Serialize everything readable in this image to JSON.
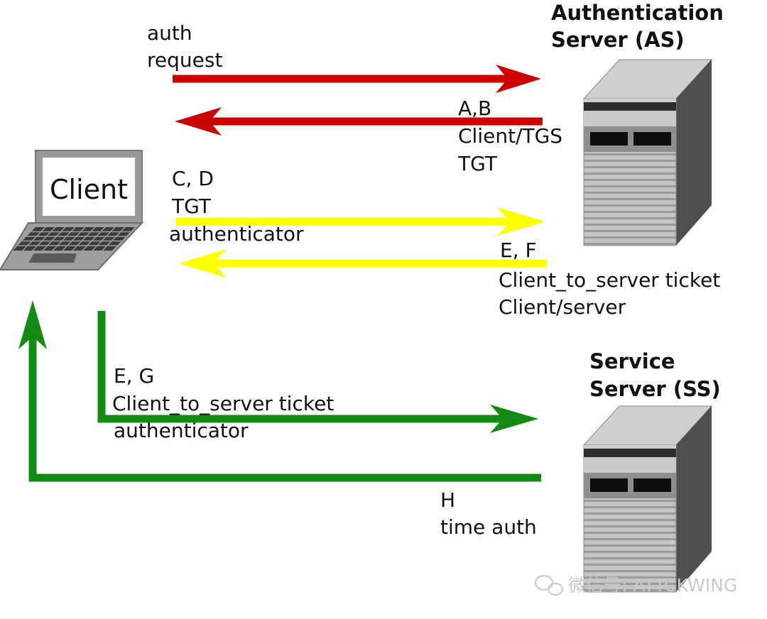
{
  "client": {
    "label": "Client"
  },
  "auth_server": {
    "title_line1": "Authentication",
    "title_line2": "Server (AS)"
  },
  "service_server": {
    "title_line1": "Service",
    "title_line2": "Server (SS)"
  },
  "messages": {
    "auth_request": {
      "lines": [
        "auth",
        "request"
      ]
    },
    "ab": {
      "lines": [
        "A,B",
        "Client/TGS",
        "TGT"
      ]
    },
    "cd": {
      "lines": [
        "C, D",
        "TGT",
        "authenticator"
      ]
    },
    "ef": {
      "lines": [
        "E, F",
        "Client_to_server ticket",
        "Client/server"
      ]
    },
    "eg": {
      "lines": [
        "E, G",
        "Client_to_server ticket",
        "authenticator"
      ]
    },
    "h": {
      "lines": [
        "H",
        "time auth"
      ]
    }
  },
  "colors": {
    "red_arrow": "#cc0000",
    "yellow_arrow": "#ffff00",
    "green_arrow": "#138a13"
  },
  "watermark": {
    "text": "微信号: ATTCKWING",
    "icon": "wechat-icon"
  }
}
